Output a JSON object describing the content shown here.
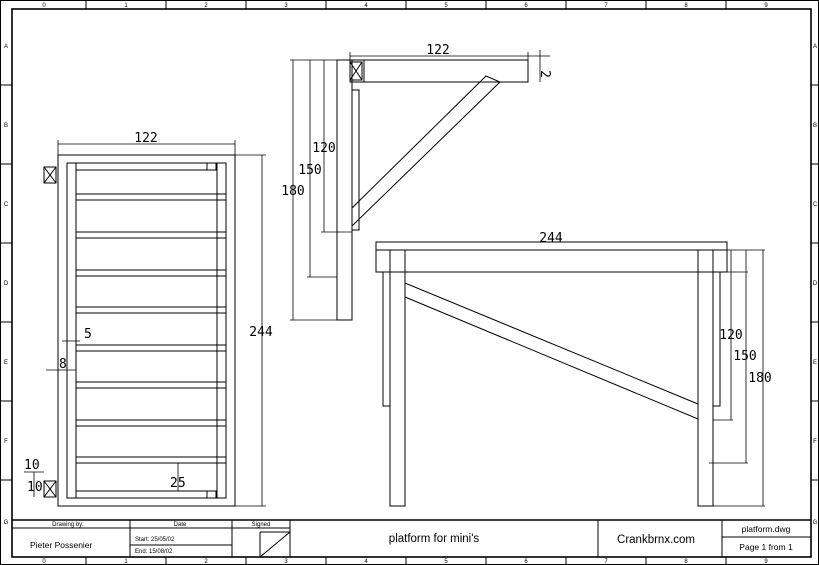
{
  "grid": {
    "columns": [
      "0",
      "1",
      "2",
      "3",
      "4",
      "5",
      "6",
      "7",
      "8",
      "9"
    ],
    "rows": [
      "A",
      "B",
      "C",
      "D",
      "E",
      "F",
      "G"
    ]
  },
  "front_view": {
    "width": "122",
    "height": "244",
    "rung_offset": "5",
    "rail_width": "8",
    "rung_spacing": "25",
    "bottom_offset_1": "10",
    "bottom_offset_2": "10"
  },
  "side_view": {
    "top_width": "122",
    "top_thickness": "2",
    "heights": [
      "120",
      "150",
      "180"
    ]
  },
  "lower_view": {
    "length": "244",
    "heights": [
      "120",
      "150",
      "180"
    ]
  },
  "title_block": {
    "drawing_by_label": "Drawing by:",
    "author": "Pieter Possenier",
    "date_label": "Date",
    "start": "Start: 25/05/02",
    "end": "End: 15/08/02",
    "signed_label": "Signed",
    "title": "platform for mini's",
    "company": "Crankbrnx.com",
    "filename": "platform.dwg",
    "page": "Page 1 from 1"
  }
}
